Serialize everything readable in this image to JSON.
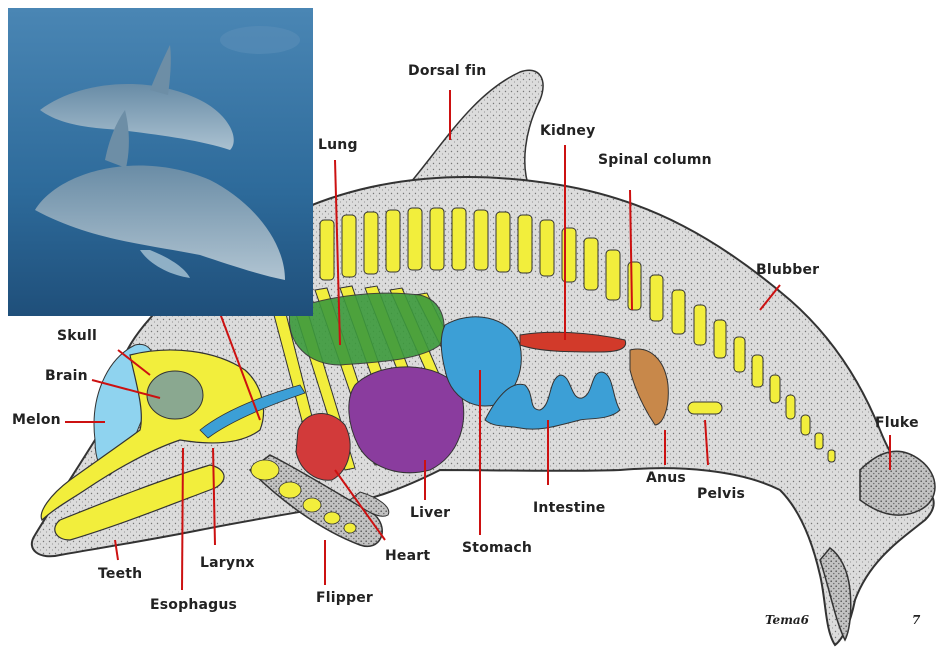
{
  "labels": {
    "dorsal_fin": "Dorsal fin",
    "lung": "Lung",
    "kidney": "Kidney",
    "spinal_column": "Spinal column",
    "blubber": "Blubber",
    "skull": "Skull",
    "brain": "Brain",
    "melon": "Melon",
    "fluke": "Fluke",
    "anus": "Anus",
    "pelvis": "Pelvis",
    "intestine": "Intestine",
    "liver": "Liver",
    "stomach": "Stomach",
    "heart": "Heart",
    "flipper": "Flipper",
    "larynx": "Larynx",
    "esophagus": "Esophagus",
    "teeth": "Teeth"
  },
  "credit": {
    "signature": "Tema6",
    "page_number": "7"
  },
  "colors": {
    "bone": "#f2ee3c",
    "melon": "#8fd3ef",
    "lung": "#3c9a3c",
    "liver": "#8a3c9e",
    "stomach": "#3c9fd6",
    "heart": "#d23a3a",
    "kidney": "#d23a2a",
    "anus_organ": "#c8884a",
    "body": "#d8d8d8",
    "leader_line": "#cc1111",
    "ocean": "#2d6a9a"
  }
}
